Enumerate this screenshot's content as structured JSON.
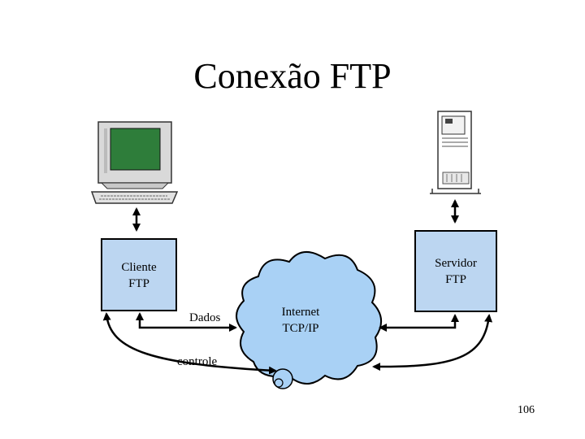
{
  "title": "Conexão FTP",
  "client": {
    "line1": "Cliente",
    "line2": "FTP"
  },
  "server": {
    "line1": "Servidor",
    "line2": "FTP"
  },
  "cloud": {
    "line1": "Internet",
    "line2": "TCP/IP"
  },
  "edges": {
    "data": "Dados",
    "control": "controle"
  },
  "page_number": "106",
  "colors": {
    "box_fill": "#bcd6f1",
    "cloud_fill": "#a9d1f5",
    "monitor_screen": "#2e7d3a"
  },
  "icons": [
    "desktop-computer-icon",
    "tower-server-icon"
  ]
}
